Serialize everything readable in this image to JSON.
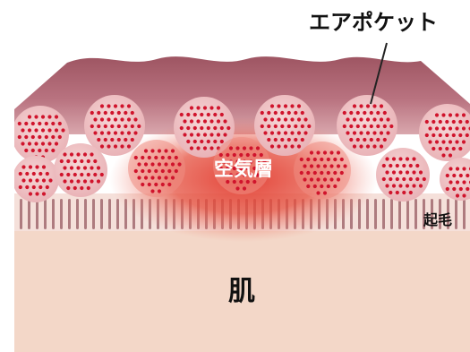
{
  "labels": {
    "air_pocket": "エアポケット",
    "air_layer": "空気層",
    "nap": "起毛",
    "skin": "肌"
  },
  "colors": {
    "fabric_top": "#a85a66",
    "fabric_mid": "#c98d96",
    "fiber_ball": "#efc3c5",
    "dot": "#d0142c",
    "glow": "#e0382c",
    "nap_dark": "#ae7b7f",
    "nap_light": "#f5e0da",
    "skin": "#f3d7c8",
    "label_text": "#111111",
    "overlay_text": "#ffffff"
  }
}
